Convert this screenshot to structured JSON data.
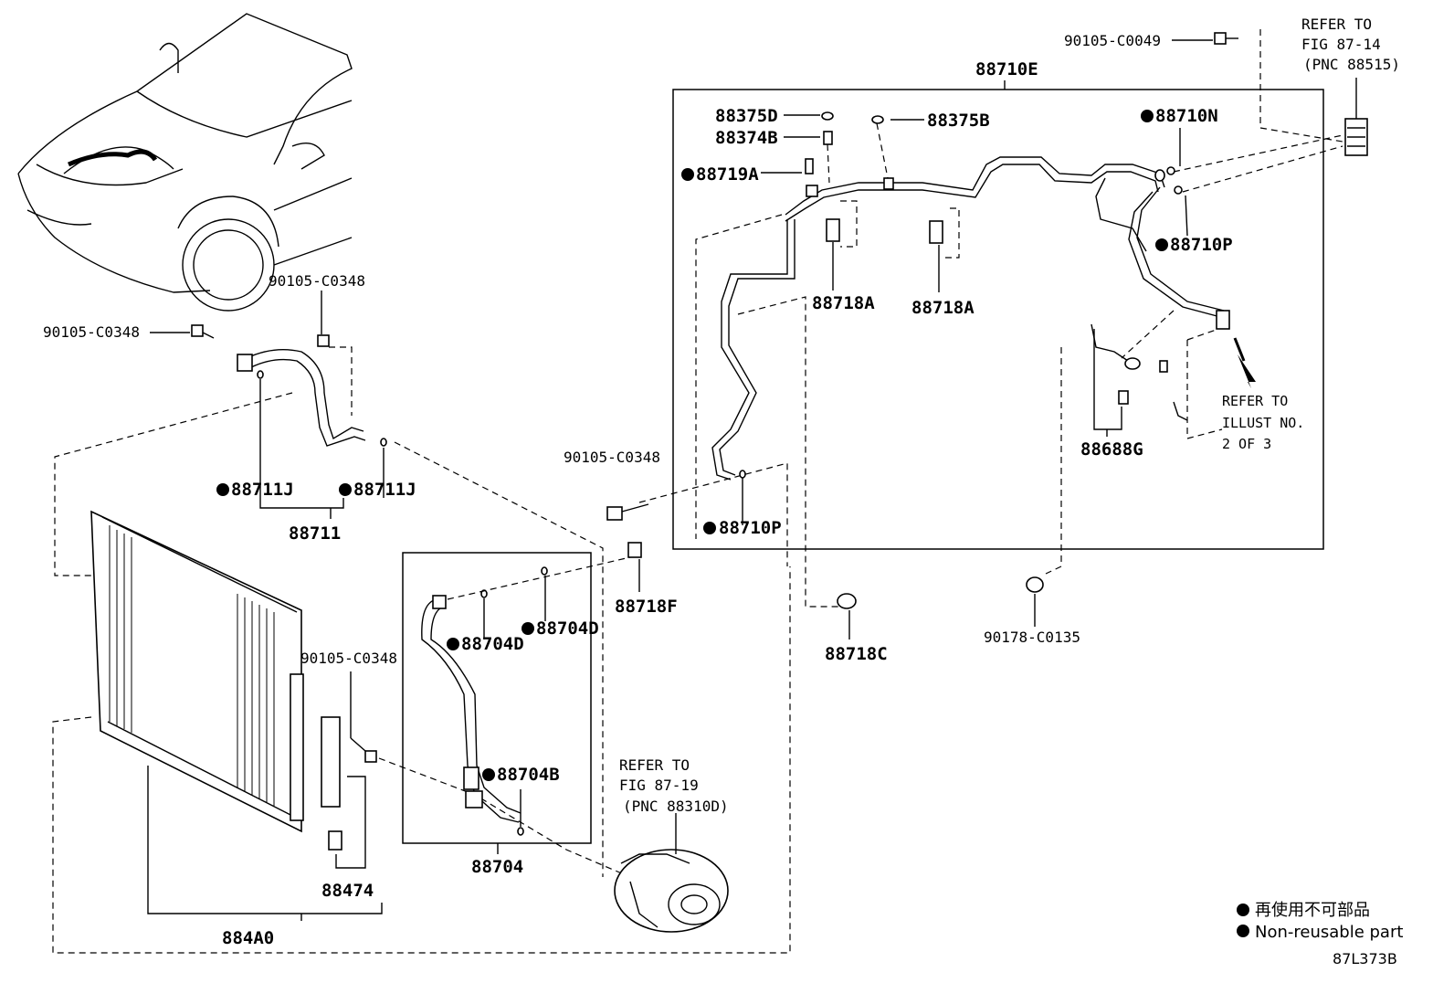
{
  "parts": {
    "bolt_top": "90105-C0049",
    "refer_fig_87_14": [
      "REFER TO",
      "FIG 87-14",
      "(PNC 88515)"
    ],
    "tube_assembly": "88710E",
    "valve_cap_d": "88375D",
    "valve_core_b": "88374B",
    "valve_cap_b": "88375B",
    "oring_n": "88710N",
    "charge_valve": "88719A",
    "oring_p_right": "88710P",
    "clamp_a_1": "88718A",
    "clamp_a_2": "88718A",
    "refer_illust": [
      "REFER TO",
      "ILLUST NO.",
      "2 OF 3"
    ],
    "bracket": "88688G",
    "bolt_mid": "90105-C0348",
    "oring_p_left": "88710P",
    "clamp_f": "88718F",
    "clamp_c": "88718C",
    "nut": "90178-C0135",
    "bolt_left": "90105-C0348",
    "bolt_hose": "90105-C0348",
    "oring_j_1": "88711J",
    "oring_j_2": "88711J",
    "hose_assembly": "88711",
    "oring_d_1": "88704D",
    "oring_d_2": "88704D",
    "oring_b": "88704B",
    "discharge_hose": "88704",
    "bolt_condenser": "90105-C0348",
    "refer_fig_87_19": [
      "REFER TO",
      "FIG 87-19",
      "(PNC 88310D)"
    ],
    "dryer_parts": "88474",
    "condenser": "884A0"
  },
  "legend": {
    "line1": "再使用不可部品",
    "line2": "Non-reusable part"
  },
  "figure_code": "87L373B"
}
